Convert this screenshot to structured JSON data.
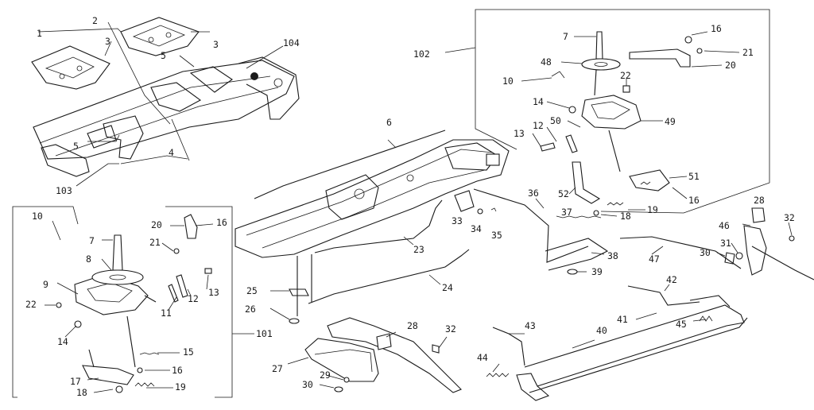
{
  "labels": {
    "l1": "1",
    "l2": "2",
    "l3a": "3",
    "l3b": "3",
    "l4": "4",
    "l5a": "5",
    "l5b": "5",
    "l6": "6",
    "l7a": "7",
    "l7b": "7",
    "l8": "8",
    "l9": "9",
    "l10a": "10",
    "l10b": "10",
    "l11": "11",
    "l12a": "12",
    "l12b": "12",
    "l13a": "13",
    "l13b": "13",
    "l14a": "14",
    "l14b": "14",
    "l15": "15",
    "l16a": "16",
    "l16b": "16",
    "l16c": "16",
    "l16d": "16",
    "l17": "17",
    "l18a": "18",
    "l18b": "18",
    "l19a": "19",
    "l19b": "19",
    "l20a": "20",
    "l20b": "20",
    "l21a": "21",
    "l21b": "21",
    "l22a": "22",
    "l22b": "22",
    "l23": "23",
    "l24": "24",
    "l25": "25",
    "l26": "26",
    "l27": "27",
    "l28a": "28",
    "l28b": "28",
    "l29": "29",
    "l30a": "30",
    "l30b": "30",
    "l31": "31",
    "l32a": "32",
    "l32b": "32",
    "l33": "33",
    "l34": "34",
    "l35": "35",
    "l36": "36",
    "l37": "37",
    "l38": "38",
    "l39": "39",
    "l40": "40",
    "l41": "41",
    "l42": "42",
    "l43": "43",
    "l44": "44",
    "l45": "45",
    "l46": "46",
    "l47": "47",
    "l48": "48",
    "l49": "49",
    "l50": "50",
    "l51": "51",
    "l52": "52",
    "l101": "101",
    "l102": "102",
    "l103": "103",
    "l104": "104"
  }
}
